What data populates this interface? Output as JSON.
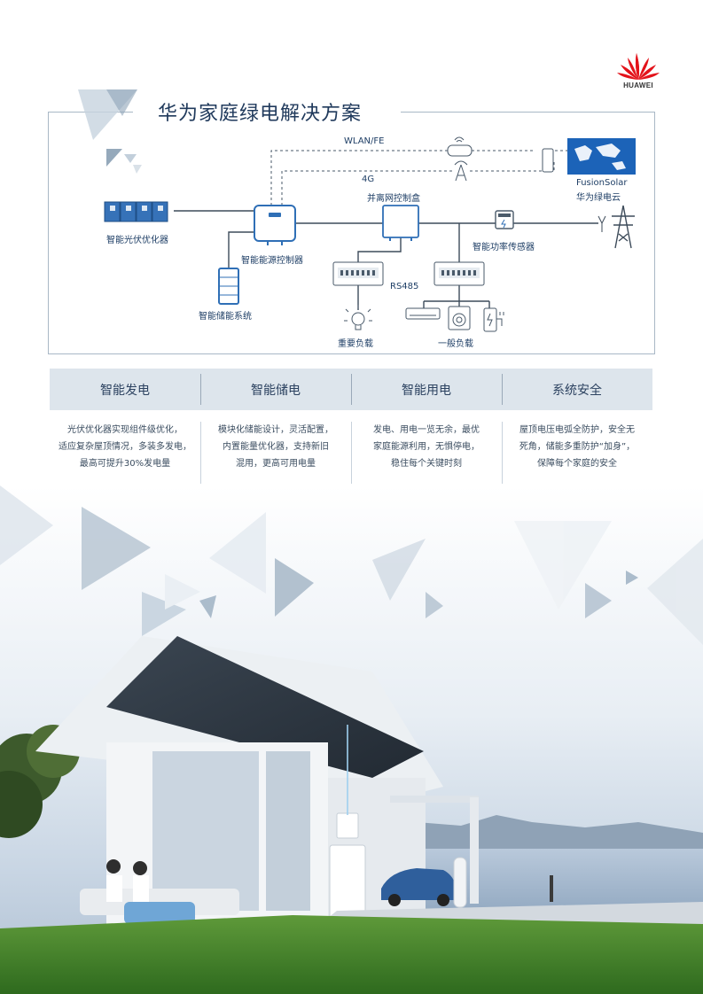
{
  "brand": {
    "name": "HUAWEI",
    "color": "#e3131b"
  },
  "header": {
    "title": "华为家庭绿电解决方案"
  },
  "diagram": {
    "wlan_label": "WLAN/FE",
    "fourg_label": "4G",
    "cloud_name": "FusionSolar",
    "cloud_sub": "华为绿电云",
    "optimizer_label": "智能光伏优化器",
    "controller_label": "智能能源控制器",
    "storage_label": "智能储能系统",
    "grid_box_label": "并离网控制盒",
    "power_sensor_label": "智能功率传感器",
    "rs485_label": "RS485",
    "important_load_label": "重要负载",
    "general_load_label": "一般负载"
  },
  "features": [
    {
      "title": "智能发电",
      "lines": [
        "光伏优化器实现组件级优化，",
        "适应复杂屋顶情况，多装多发电，",
        "最高可提升30%发电量"
      ]
    },
    {
      "title": "智能储电",
      "lines": [
        "模块化储能设计，灵活配置，",
        "内置能量优化器，支持新旧",
        "混用，更高可用电量"
      ]
    },
    {
      "title": "智能用电",
      "lines": [
        "发电、用电一览无余，最优",
        "家庭能源利用，无惧停电，",
        "稳住每个关键时刻"
      ]
    },
    {
      "title": "系统安全",
      "lines": [
        "屋顶电压电弧全防护，安全无",
        "死角，储能多重防护“加身”，",
        "保障每个家庭的安全"
      ]
    }
  ],
  "colors": {
    "accent": "#2f6fb6",
    "tab_bg": "#dde5ec",
    "frame": "#a9b8c6"
  }
}
